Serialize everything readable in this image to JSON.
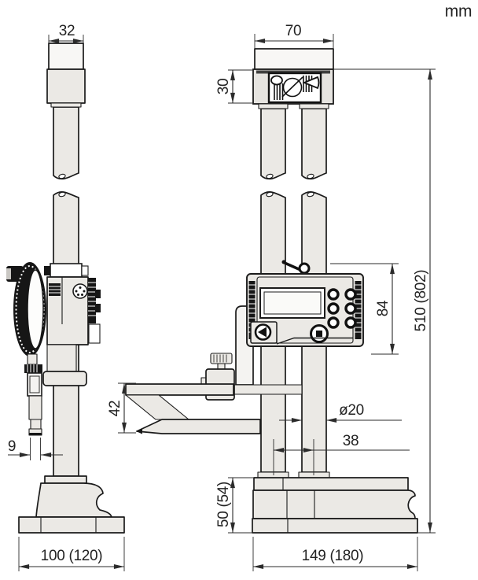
{
  "unit_label": "mm",
  "drawing": {
    "type": "technical dimensional drawing",
    "subject": "digital height gauge shown in two views (side view with dial, front view with digital display)"
  },
  "colors": {
    "body_fill": "#ebe9e5",
    "outline": "#1b1b1b",
    "dimension_lines": "#2b2b2b",
    "background": "#ffffff",
    "dark_parts": "#161616"
  },
  "icons": {
    "head_pictogram": "hands-gripping-columns-prohibition-icon"
  },
  "side_view": {
    "dims": {
      "top_width": "32",
      "probe_width": "9",
      "base_width": "100 (120)"
    }
  },
  "front_view": {
    "dims": {
      "top_width": "70",
      "head_height": "30",
      "overall_height": "510 (802)",
      "display_height": "84",
      "scriber_height": "42",
      "column_diameter": "ø20",
      "column_spacing": "38",
      "base_height": "50 (54)",
      "base_width": "149 (180)"
    }
  }
}
